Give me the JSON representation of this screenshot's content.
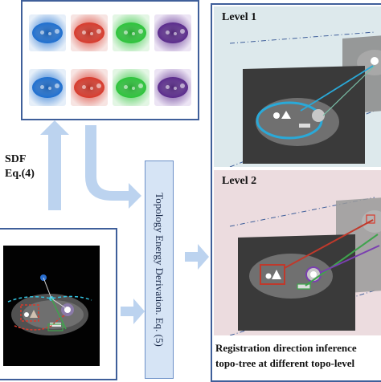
{
  "sdf": {
    "label_line1": "SDF",
    "label_line2": "Eq.(4)"
  },
  "topology": {
    "label": "Topology Energy Derivation. Eq. (5)"
  },
  "levels": {
    "level1_title": "Level 1",
    "level2_title": "Level 2"
  },
  "caption": {
    "line1": "Registration direction inference",
    "line2": "topo-tree at different topo-level"
  },
  "colors": {
    "panel_border": "#3f5f9a",
    "arrow": "#bcd3ef",
    "level1_bg": "#dde9ec",
    "level2_bg": "#ecdcdf",
    "ellipse_cyan": "#2aa9d8",
    "link_red": "#c0392b",
    "link_green": "#3fa34d",
    "link_purple": "#7a3fb0",
    "sdf_blue": "#1e6fd0",
    "sdf_red": "#d83a2c",
    "sdf_green": "#2cc43a",
    "sdf_purple": "#5a2a8c"
  }
}
